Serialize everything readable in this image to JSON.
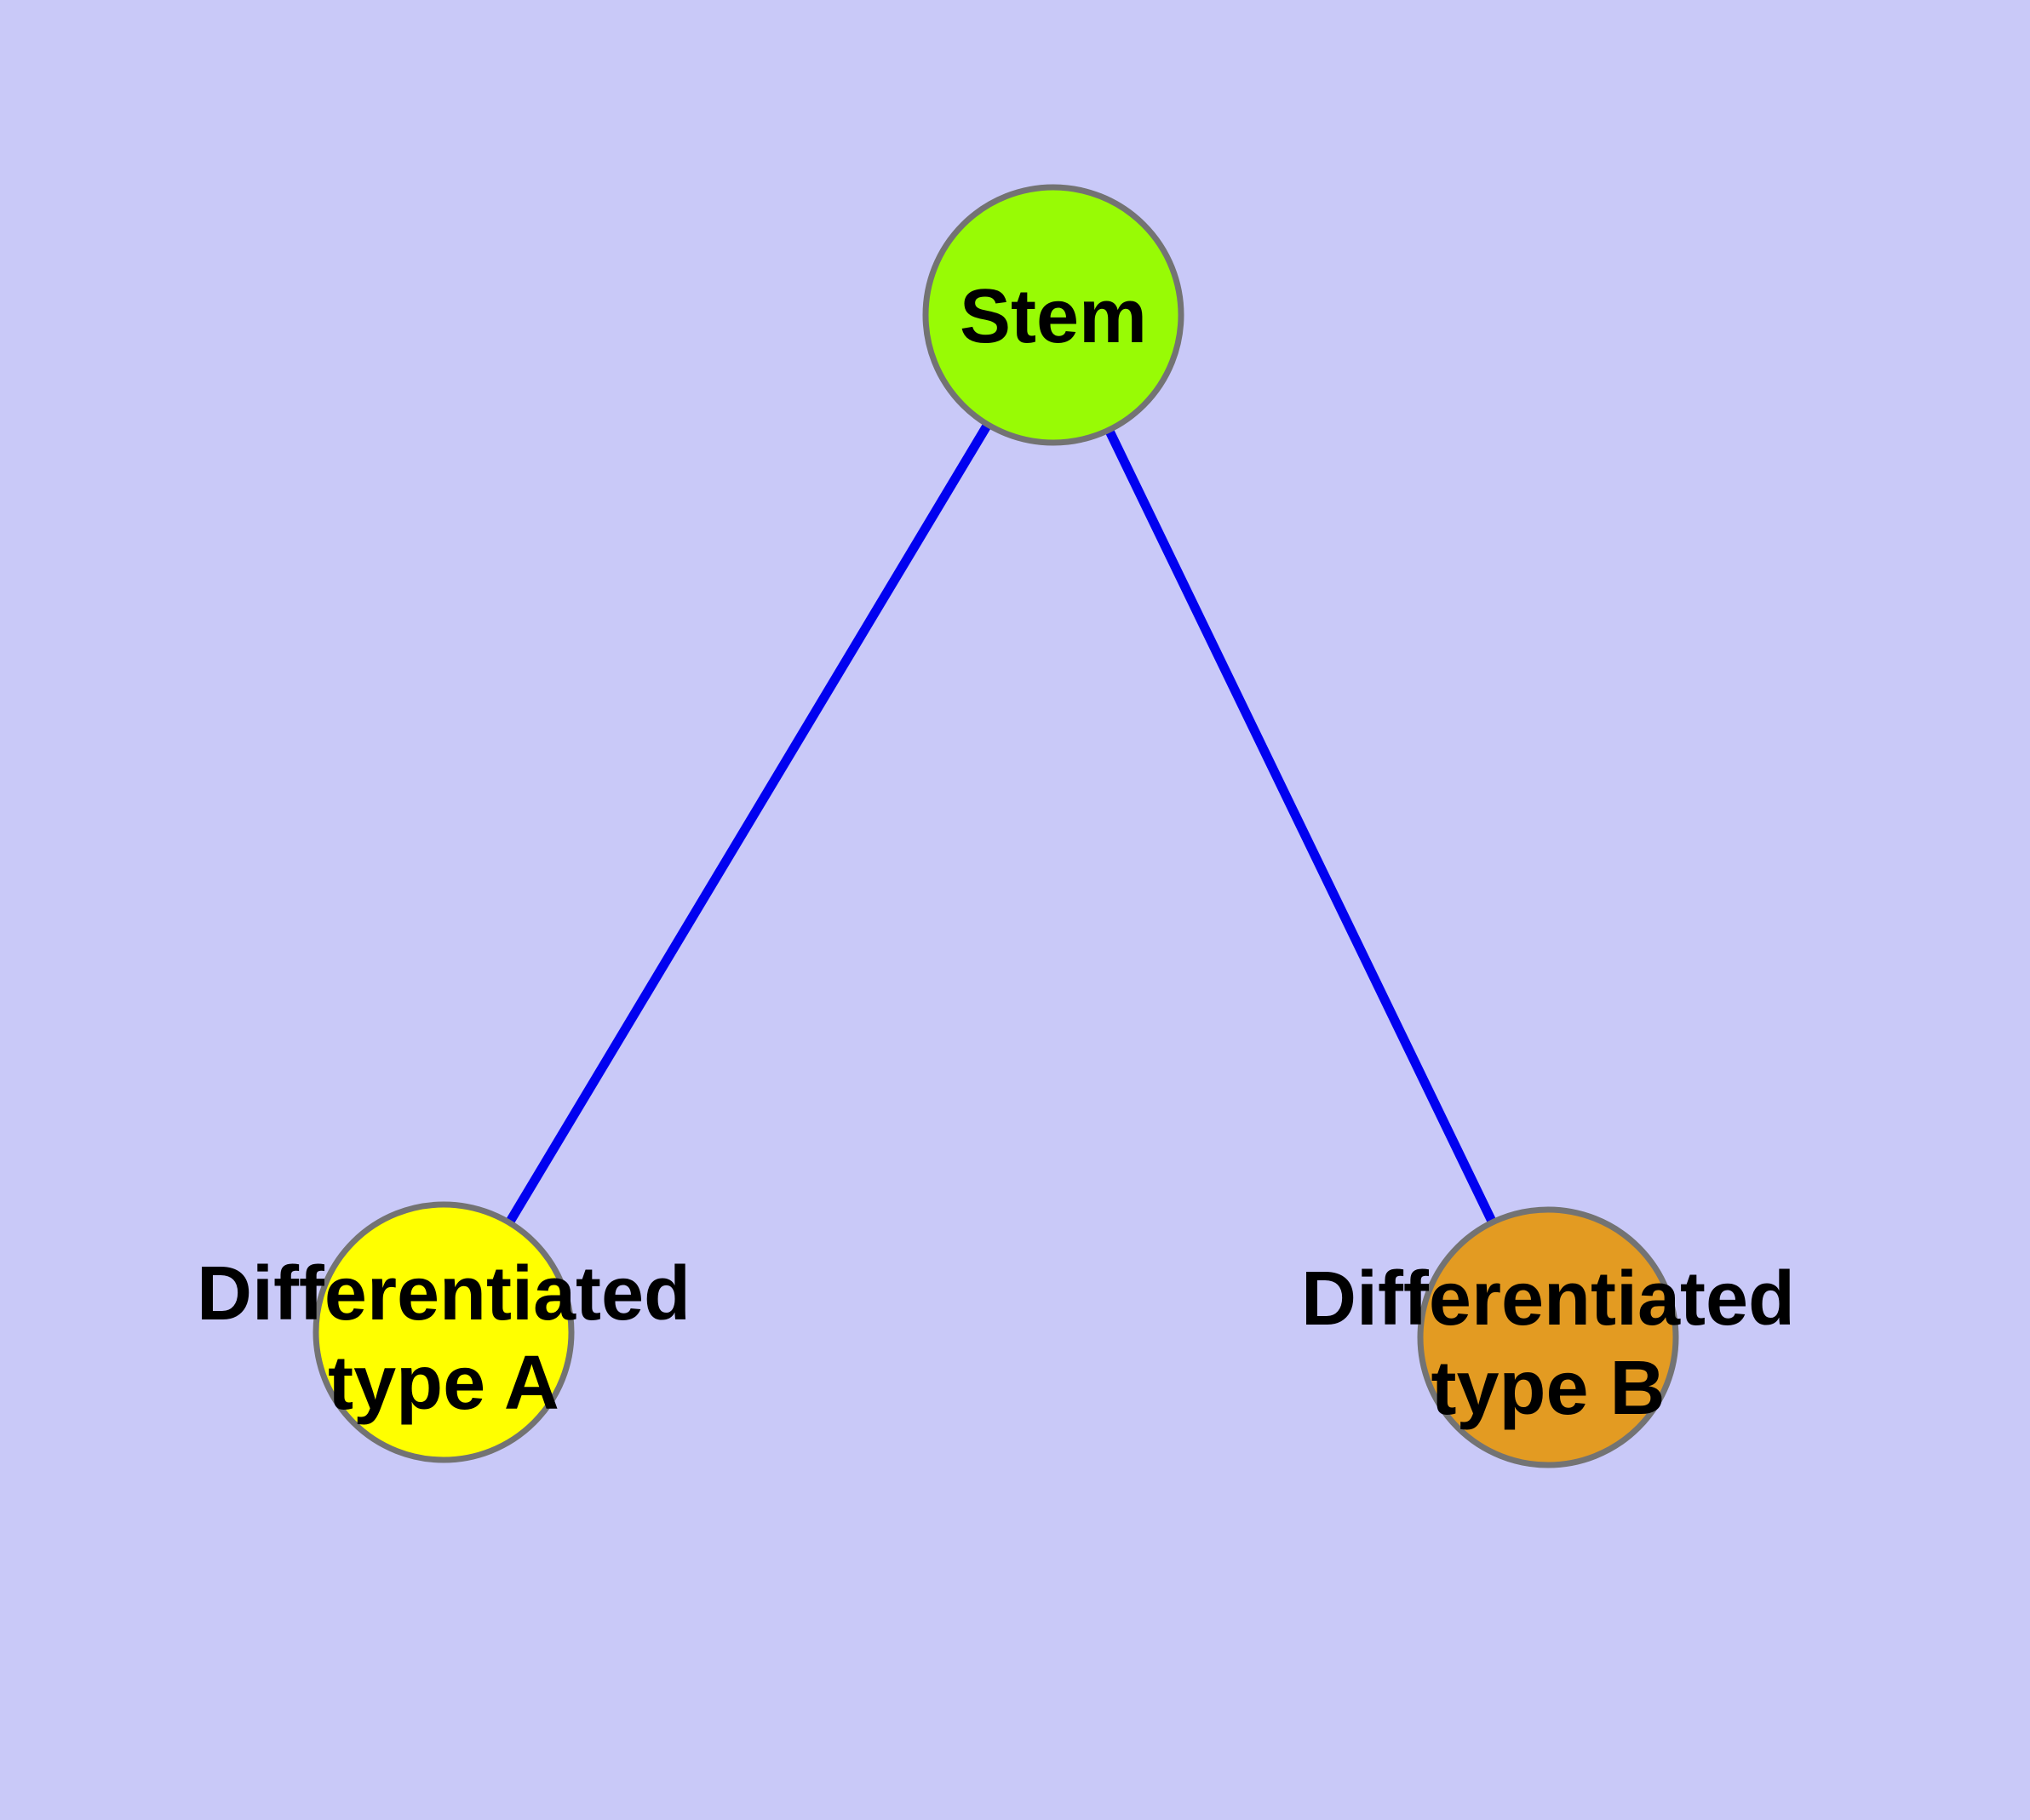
{
  "diagram": {
    "type": "node-link-graph",
    "background_color": "#C9C9F8",
    "edge_color": "#0101F0",
    "node_border_color": "#737373",
    "label_color": "#000000",
    "nodes": {
      "stem": {
        "label": "Stem",
        "fill": "#98FB05",
        "shape": "circle"
      },
      "type_a": {
        "label": "Differentiated type A",
        "line1": "Differentiated",
        "line2": "type A",
        "fill": "#FFFF00",
        "shape": "circle"
      },
      "type_b": {
        "label": "Differentiated type B",
        "line1": "Differentiated",
        "line2": "type B",
        "fill": "#E39B22",
        "shape": "circle"
      }
    },
    "edges": [
      {
        "from": "Stem",
        "to": "Differentiated type A"
      },
      {
        "from": "Stem",
        "to": "Differentiated type B"
      }
    ]
  }
}
